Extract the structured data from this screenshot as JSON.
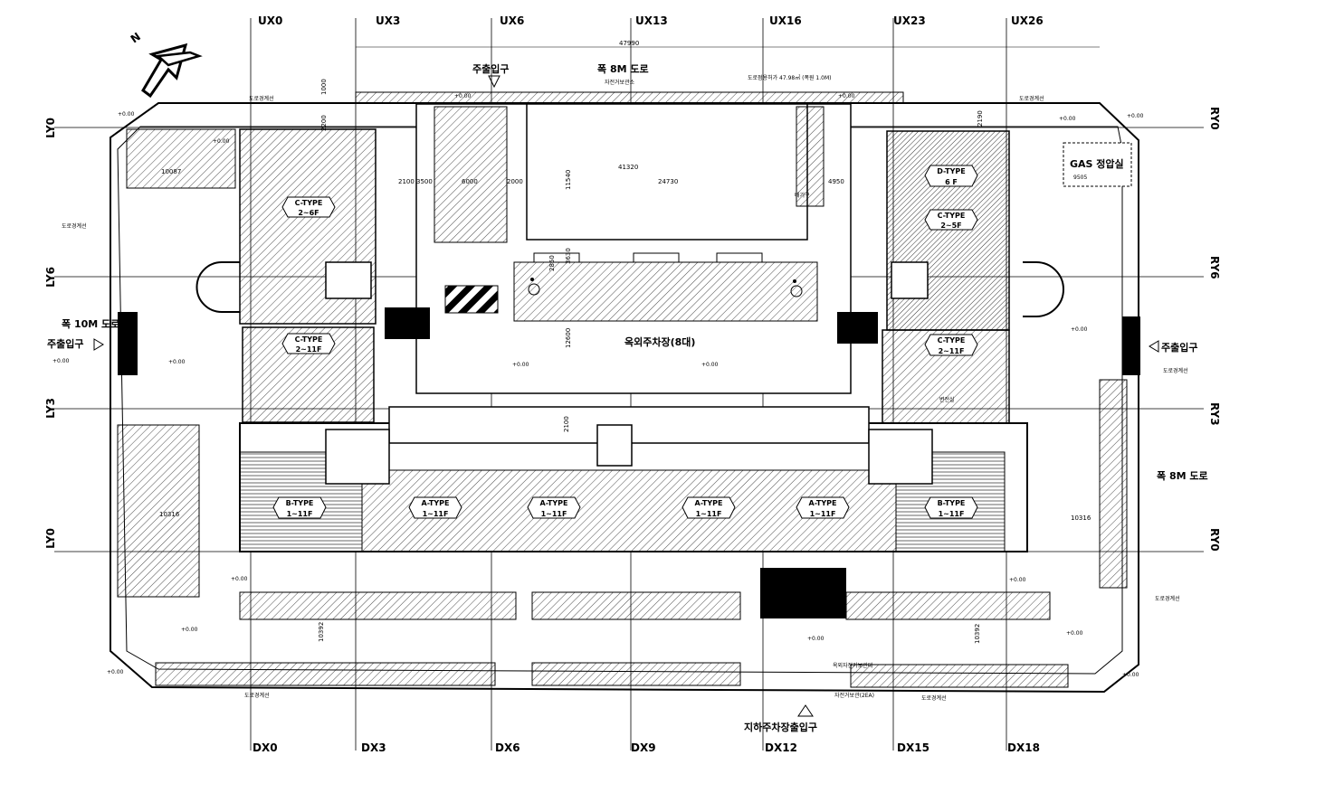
{
  "top_axes": [
    "UX0",
    "UX3",
    "UX6",
    "UX13",
    "UX16",
    "UX23",
    "UX26"
  ],
  "bottom_axes": [
    "DX0",
    "DX3",
    "DX6",
    "DX9",
    "DX12",
    "DX15",
    "DX18"
  ],
  "left_axes": [
    "LY0",
    "LY6",
    "LY3",
    "LY0"
  ],
  "right_axes": [
    "RY0",
    "RY6",
    "RY3",
    "RY0"
  ],
  "north_label": "N",
  "dimensions": {
    "overall_width": "47990",
    "inner_width": "41320",
    "span_24730": "24730",
    "left_10087": "10087",
    "left_10316": "10316",
    "right_10316": "10316",
    "left_10392": "10392",
    "right_10392": "10392",
    "top_1000": "1000",
    "top_2200": "2200",
    "top_2190": "2190",
    "seg_2100": "2100",
    "seg_3500": "3500",
    "seg_6000": "6000",
    "seg_2000": "2000",
    "seg_4950": "4950",
    "v_11540": "11540",
    "v_12600": "12600",
    "v_2100": "2100",
    "v_2850": "2850",
    "v_3630": "3630",
    "gas_9505": "9505"
  },
  "labels": {
    "top_entrance": "주출입구",
    "top_road": "폭 8M 도로",
    "top_road_sub": "자전거보관소",
    "road_note": "도로점용허가 47.98㎡ (폭원 1.0M)",
    "left_road": "폭 10M 도로",
    "left_entrance": "주출입구",
    "right_entrance": "주출입구",
    "right_road": "폭 8M 도로",
    "courtyard_parking": "옥외주차장(8대)",
    "gas_room": "GAS 정압실",
    "underground_entrance": "지하주차장출입구",
    "bicycle_stand": "자전거보관(2EA)",
    "bicycle_note": "옥외자전거보관대",
    "substation": "변전실",
    "exhaust": "배기구",
    "road_boundary": "도로경계선"
  },
  "units": [
    {
      "type": "C-TYPE",
      "floors": "2~6F"
    },
    {
      "type": "C-TYPE",
      "floors": "2~11F"
    },
    {
      "type": "D-TYPE",
      "floors": "6 F"
    },
    {
      "type": "C-TYPE",
      "floors": "2~5F"
    },
    {
      "type": "C-TYPE",
      "floors": "2~11F"
    },
    {
      "type": "B-TYPE",
      "floors": "1~11F"
    },
    {
      "type": "A-TYPE",
      "floors": "1~11F"
    },
    {
      "type": "A-TYPE",
      "floors": "1~11F"
    },
    {
      "type": "A-TYPE",
      "floors": "1~11F"
    },
    {
      "type": "A-TYPE",
      "floors": "1~11F"
    },
    {
      "type": "B-TYPE",
      "floors": "1~11F"
    }
  ],
  "elev_tag": "+0.00"
}
